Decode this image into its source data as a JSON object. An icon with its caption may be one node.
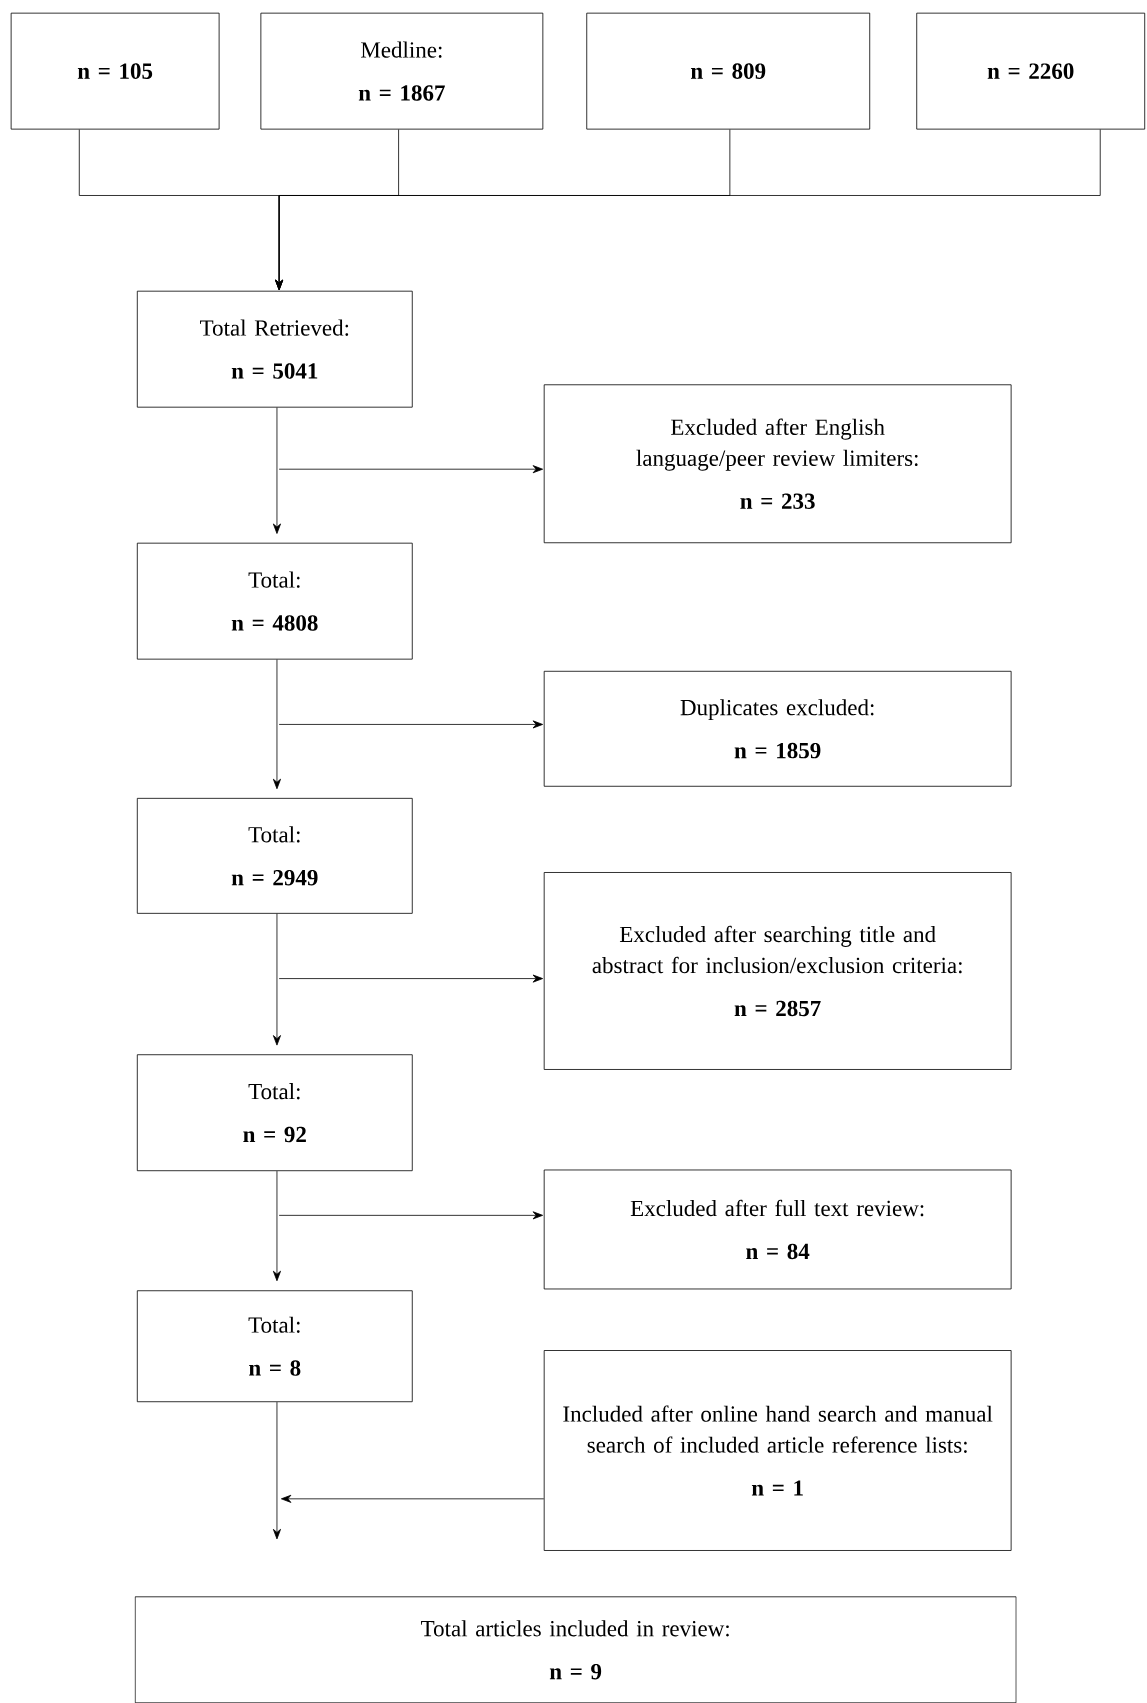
{
  "diagram": {
    "nodes": [
      {
        "text": [
          "n = 105"
        ]
      },
      {
        "text": [
          "Medline:",
          "n = 1867"
        ]
      },
      {
        "text": [
          "n = 809"
        ]
      },
      {
        "text": [
          "n = 2260"
        ]
      },
      {
        "text": [
          "Total Retrieved:",
          "n = 5041"
        ]
      },
      {
        "text": [
          "Excluded after English language/peer review limiters:",
          "n = 233"
        ]
      },
      {
        "text": [
          "Total:",
          "n = 4808"
        ]
      },
      {
        "text": [
          "Duplicates excluded:",
          "n = 1859"
        ]
      },
      {
        "text": [
          "Total:",
          "n = 2949"
        ]
      },
      {
        "text": [
          "Excluded after searching title and abstract for inclusion/exclusion criteria:",
          "n = 2857"
        ]
      },
      {
        "text": [
          "Total:",
          "n = 92"
        ]
      },
      {
        "text": [
          "Excluded after full text review:",
          "n = 84"
        ]
      },
      {
        "text": [
          "Total:",
          "n = 8"
        ]
      },
      {
        "text": [
          "Included after online hand search and manual search of included article reference lists:",
          "n = 1"
        ]
      },
      {
        "text": [
          "Total articles included in review:",
          "n = 9"
        ]
      }
    ],
    "edges": [
      {
        "from": 0,
        "to": 4,
        "arrow": "to"
      },
      {
        "from": 1,
        "to": 4,
        "arrow": "to"
      },
      {
        "from": 2,
        "to": 4,
        "arrow": "to"
      },
      {
        "from": 3,
        "to": 4,
        "arrow": "to"
      },
      {
        "from": 4,
        "to": 5,
        "arrow": "to"
      },
      {
        "from": 4,
        "to": 6,
        "arrow": "to"
      },
      {
        "from": 6,
        "to": 7,
        "arrow": "to"
      },
      {
        "from": 6,
        "to": 8,
        "arrow": "to"
      },
      {
        "from": 8,
        "to": 9,
        "arrow": "to"
      },
      {
        "from": 8,
        "to": 10,
        "arrow": "to"
      },
      {
        "from": 10,
        "to": 11,
        "arrow": "to"
      },
      {
        "from": 10,
        "to": 12,
        "arrow": "to"
      },
      {
        "from": 12,
        "to": 14,
        "arrow": "to"
      },
      {
        "from": 13,
        "to": 14,
        "arrow": "to"
      }
    ]
  }
}
